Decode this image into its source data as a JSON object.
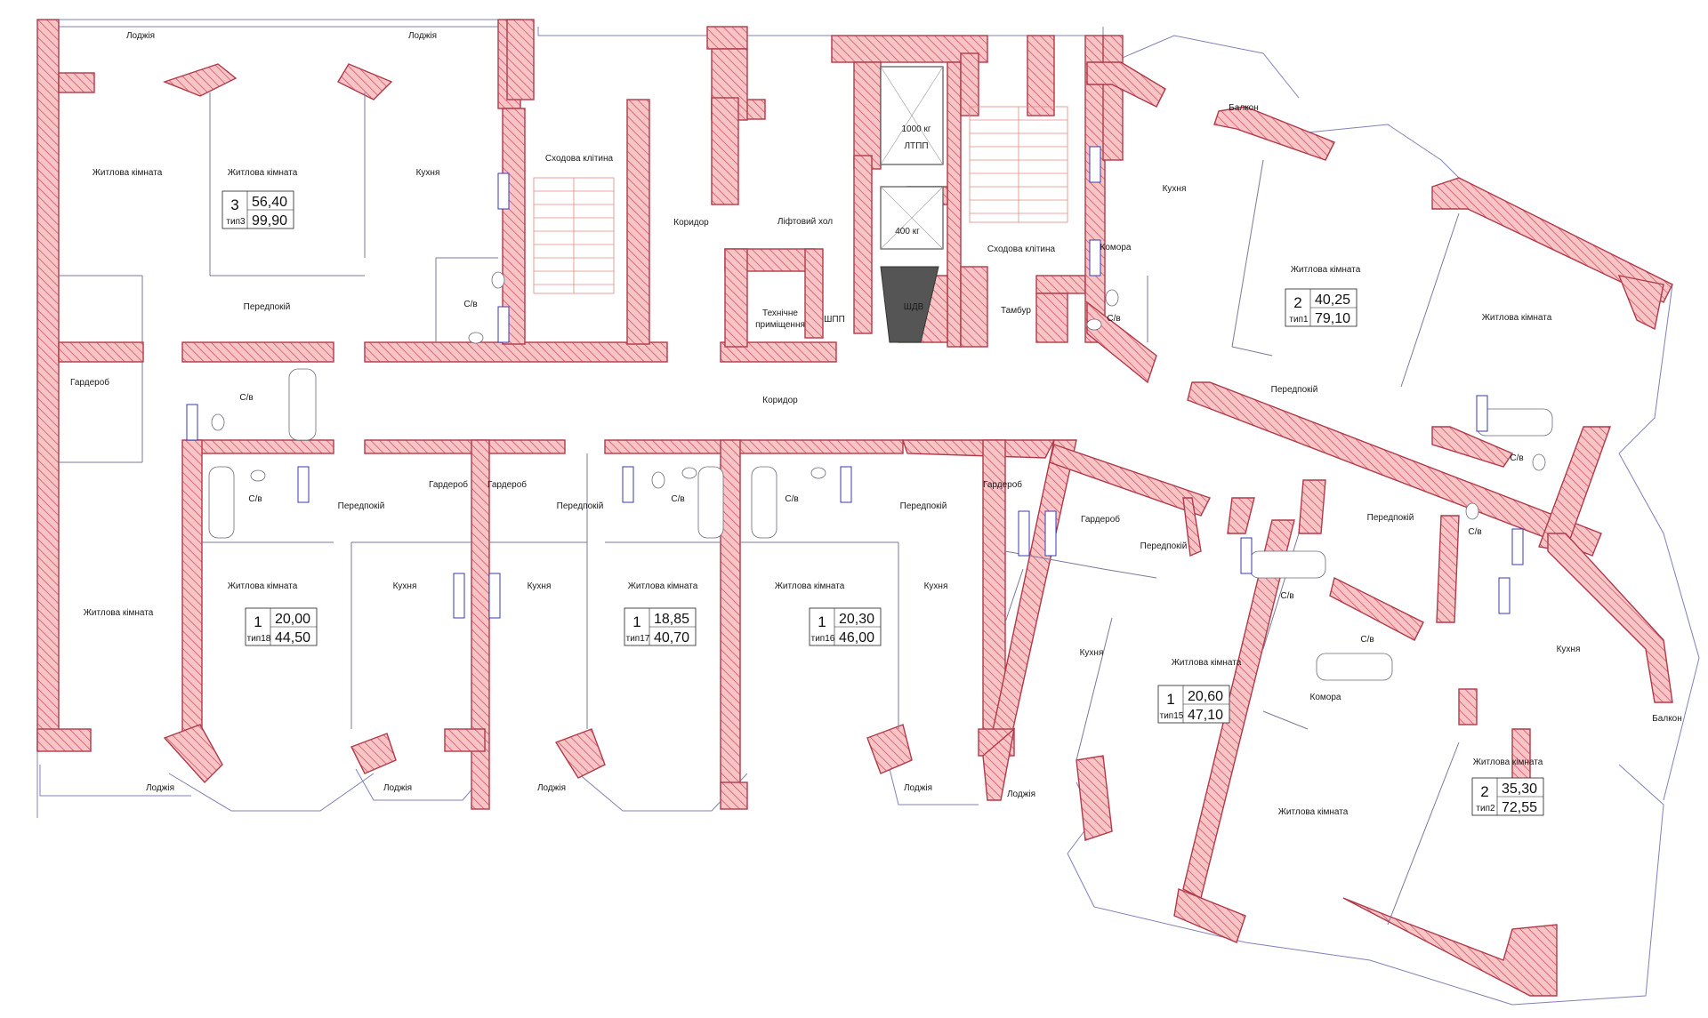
{
  "rooms": {
    "lodzhia": "Лоджія",
    "balkon": "Балкон",
    "zhytlova": "Житлова кімната",
    "kukhnia": "Кухня",
    "peredpokii": "Передпокій",
    "sv": "С/в",
    "harderob": "Гардероб",
    "komora": "Комора",
    "skhodova": "Сходова клітина",
    "korydor": "Коридор",
    "liftovyi_khol": "Ліфтовий хол",
    "tekhnichne_1": "Технічне",
    "tekhnichne_2": "приміщення",
    "shpp": "ШПП",
    "shdv": "ШДВ",
    "tambur": "Тамбур",
    "ltpp": "ЛТПП",
    "lift_1000": "1000 кг",
    "lift_400": "400 кг"
  },
  "apartments": [
    {
      "rooms": "3",
      "type": "тип3",
      "living": "56,40",
      "total": "99,90"
    },
    {
      "rooms": "2",
      "type": "тип1",
      "living": "40,25",
      "total": "79,10"
    },
    {
      "rooms": "1",
      "type": "тип18",
      "living": "20,00",
      "total": "44,50"
    },
    {
      "rooms": "1",
      "type": "тип17",
      "living": "18,85",
      "total": "40,70"
    },
    {
      "rooms": "1",
      "type": "тип16",
      "living": "20,30",
      "total": "46,00"
    },
    {
      "rooms": "1",
      "type": "тип15",
      "living": "20,60",
      "total": "47,10"
    },
    {
      "rooms": "2",
      "type": "тип2",
      "living": "35,30",
      "total": "72,55"
    }
  ],
  "colors": {
    "wall_fill": "#f7c5c5",
    "wall_stroke": "#b03a4a",
    "hatch": "#d9536a",
    "window_outline": "#8080b8",
    "radiator": "#3a3ab0"
  }
}
